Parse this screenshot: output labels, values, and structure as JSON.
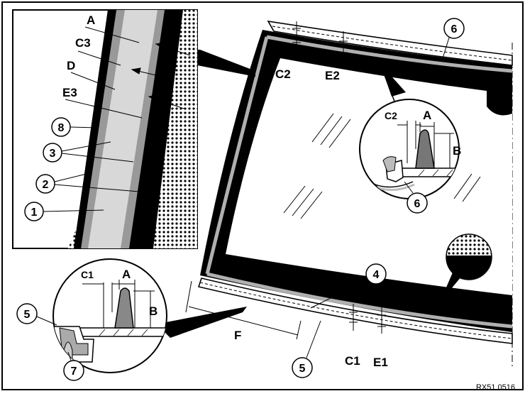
{
  "figure_ref": "RX51 0516",
  "detail_inset_labels": {
    "a": "A",
    "c3": "C3",
    "d": "D",
    "e3": "E3",
    "n8": "8",
    "n3": "3",
    "n2": "2",
    "n1": "1"
  },
  "windshield_labels": {
    "c2": "C2",
    "e2": "E2",
    "n6": "6",
    "n4": "4",
    "n5": "5",
    "f": "F",
    "c1": "C1",
    "e1": "E1"
  },
  "top_section_labels": {
    "c2": "C2",
    "a": "A",
    "b": "B",
    "n6": "6"
  },
  "bottom_section_labels": {
    "c1": "C1",
    "a": "A",
    "b": "B",
    "n5": "5",
    "n7": "7"
  }
}
